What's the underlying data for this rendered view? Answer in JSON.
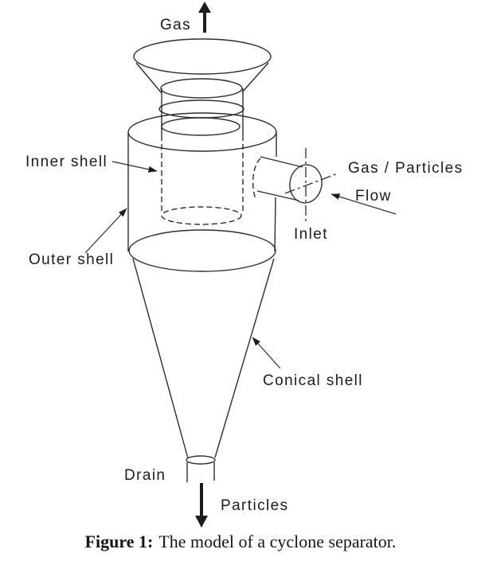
{
  "figure": {
    "caption_label": "Figure 1:",
    "caption_text": "The model of a cyclone separator."
  },
  "labels": {
    "gas": "Gas",
    "inner_shell": "Inner shell",
    "outer_shell": "Outer shell",
    "gas_particles": "Gas / Particles",
    "flow": "Flow",
    "inlet": "Inlet",
    "conical_shell": "Conical shell",
    "drain": "Drain",
    "particles": "Particles"
  },
  "colors": {
    "line": "#2e2e2e",
    "text": "#1c1c1c",
    "background": "#ffffff"
  }
}
